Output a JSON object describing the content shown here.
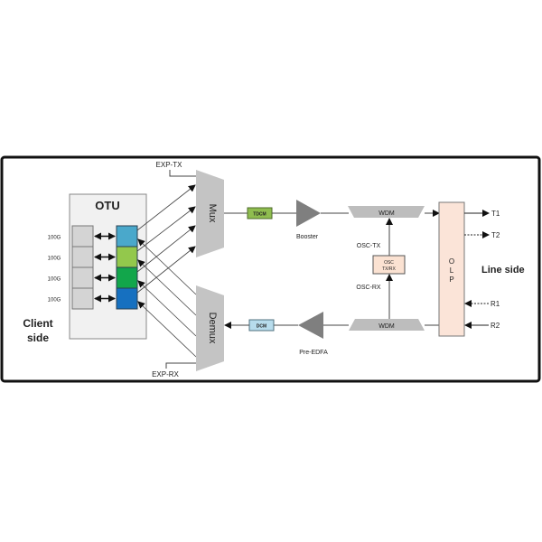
{
  "diagram": {
    "otu": {
      "title": "OTU",
      "client_rates": [
        "100G",
        "100G",
        "100G",
        "100G"
      ],
      "channel_colors": [
        "#4aa8cb",
        "#93c84c",
        "#12a64b",
        "#1670c0"
      ]
    },
    "client_side_label": [
      "Client",
      "side"
    ],
    "line_side_label": "Line side",
    "mux": {
      "label": "Mux",
      "exp_label": "EXP-TX"
    },
    "demux": {
      "label": "Demux",
      "exp_label": "EXP-RX"
    },
    "tx_path": {
      "dcm_label": "TDCM",
      "amp_label": "Booster",
      "wdm_label": "WDM"
    },
    "rx_path": {
      "dcm_label": "DCM",
      "amp_label": "Pre-EDFA",
      "wdm_label": "WDM"
    },
    "osc": {
      "module_line1": "OSC",
      "module_line2": "TX/RX",
      "tx_label": "OSC-TX",
      "rx_label": "OSC-RX"
    },
    "olp": {
      "label": "OLP",
      "letters": [
        "O",
        "L",
        "P"
      ]
    },
    "ports": {
      "t1": "T1",
      "t2": "T2",
      "r1": "R1",
      "r2": "R2"
    },
    "colors": {
      "frame": "#111111",
      "otu_fill": "#f1f1f1",
      "client_block": "#d4d4d4",
      "mux_fill": "#c4c4c4",
      "amp_fill": "#7f7f7f",
      "tdcm_fill": "#8fbd4f",
      "dcm_fill": "#b7dcec",
      "osc_fill": "#fbe2d2",
      "olp_fill": "#fbe4d8",
      "line": "#444444"
    }
  }
}
